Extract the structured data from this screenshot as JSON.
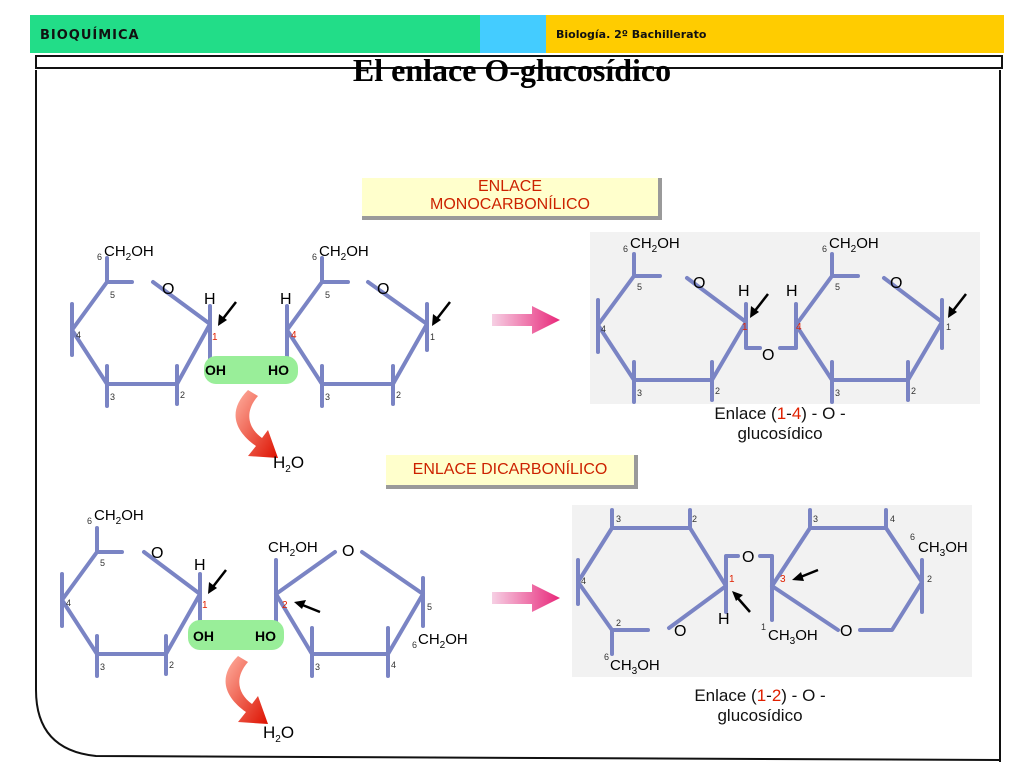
{
  "header": {
    "section": "BIOQUÍMICA",
    "course": "Biología. 2º Bachillerato"
  },
  "title": "El enlace O-glucosídico",
  "colors": {
    "bond": "#7a84c4",
    "header_green": "#22dd88",
    "header_blue": "#44ccff",
    "header_yellow": "#ffcc00",
    "arrow": "#e8287a",
    "red_number": "#e02000",
    "label_box": "#ffffcc",
    "water_pill": "#99ee99"
  },
  "labels": {
    "mono": {
      "line1": "ENLACE",
      "line2": "MONOCARBONÍLICO"
    },
    "di": "ENLACE DICARBONÍLICO",
    "ch2oh": "CH2OH",
    "ch3oh": "CH3OH",
    "o": "O",
    "h": "H",
    "oh": "OH",
    "ho": "HO",
    "water": "H2O"
  },
  "caption1": {
    "pre": "Enlace (",
    "a": "1",
    "dash": "-",
    "b": "4",
    "post": ") - O -",
    "line2": "glucosídico"
  },
  "caption2": {
    "pre": "Enlace (",
    "a": "1",
    "dash": "-",
    "b": "2",
    "post": ") - O -",
    "line2": "glucosídico"
  },
  "numbers": {
    "n1": "1",
    "n2": "2",
    "n3": "3",
    "n4": "4",
    "n5": "5",
    "n6": "6"
  }
}
